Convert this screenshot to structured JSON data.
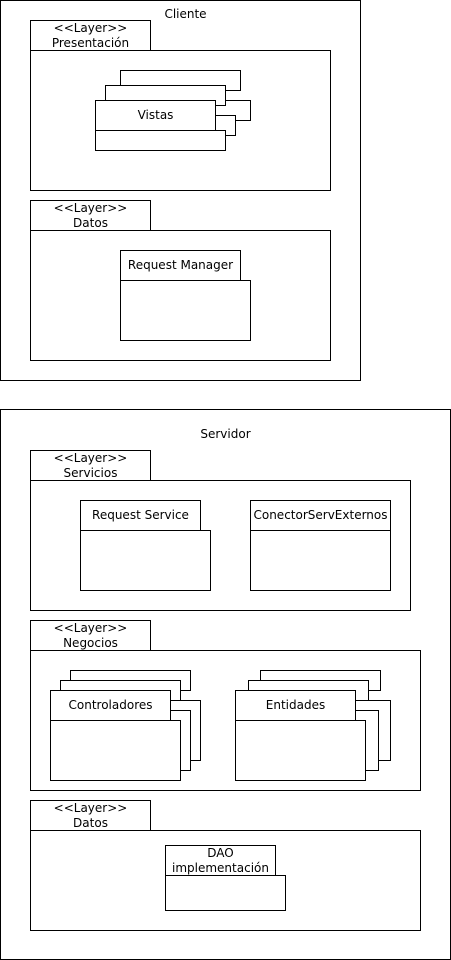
{
  "cliente": {
    "title": "Cliente",
    "presentacion": {
      "tab": "<<Layer>>\nPresentación",
      "component": "Vistas"
    },
    "datos": {
      "tab": "<<Layer>>\nDatos",
      "component": "Request Manager"
    }
  },
  "servidor": {
    "title": "Servidor",
    "servicios": {
      "tab": "<<Layer>>\nServicios",
      "component_a": "Request Service",
      "component_b": "ConectorServExternos"
    },
    "negocios": {
      "tab": "<<Layer>>\nNegocios",
      "component_a": "Controladores",
      "component_b": "Entidades"
    },
    "datos": {
      "tab": "<<Layer>>\nDatos",
      "component": "DAO\nimplementación"
    }
  }
}
